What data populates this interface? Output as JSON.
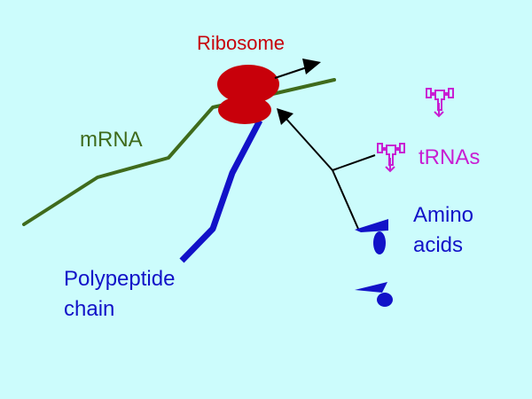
{
  "labels": {
    "ribosome": "Ribosome",
    "mrna": "mRNA",
    "trnas": "tRNAs",
    "amino": "Amino",
    "acids": "acids",
    "polypeptide": "Polypeptide",
    "chain": "chain"
  },
  "colors": {
    "background": "#ccfcfc",
    "ribosome": "#c8000a",
    "mrna": "#3f6b1c",
    "polypeptide": "#1212c8",
    "trna": "#c81ed2",
    "arrow": "#000000",
    "amino_acid": "#1212c8"
  }
}
